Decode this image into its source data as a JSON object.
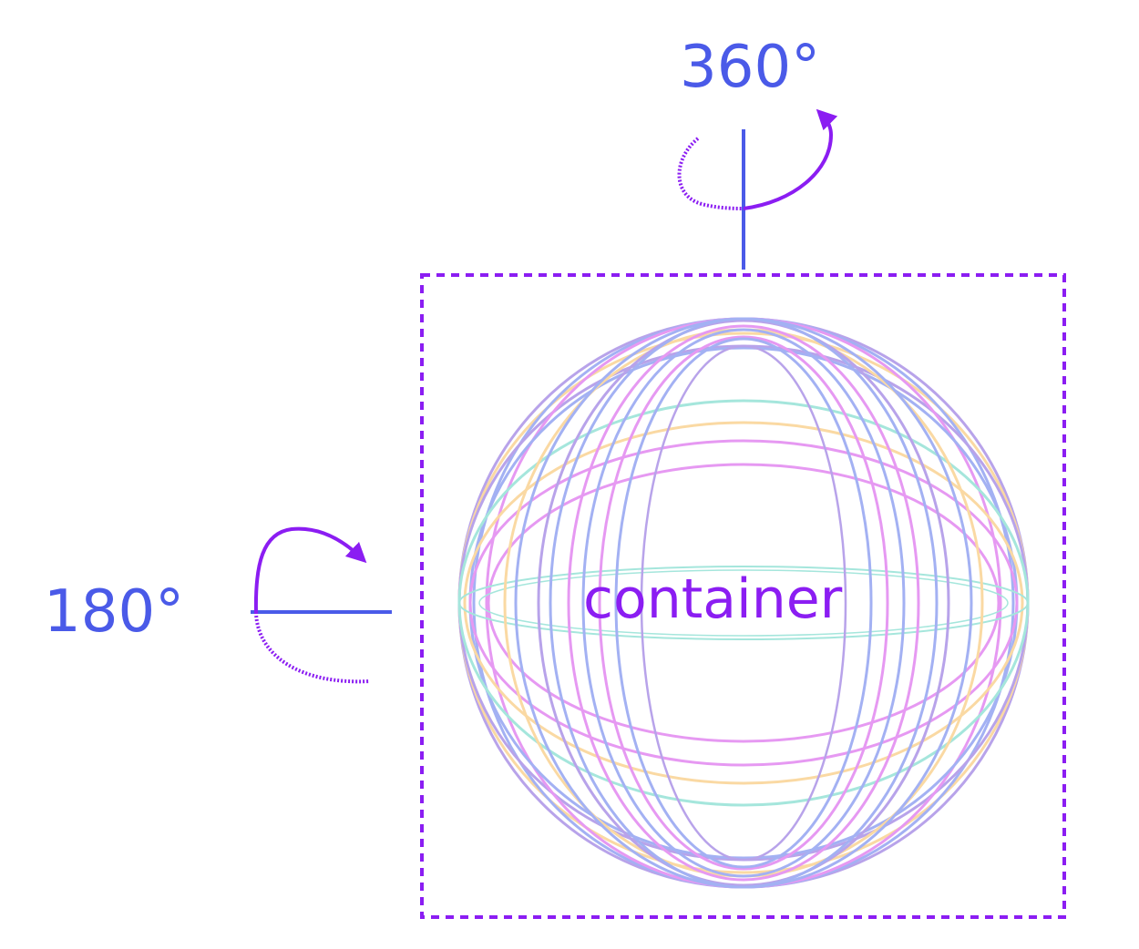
{
  "labels": {
    "vertical_rotation": "360°",
    "horizontal_rotation": "180°",
    "container": "container"
  },
  "colors": {
    "axis": "#4a5ae8",
    "arrow": "#8b1df2",
    "container_border": "#8b1df2",
    "container_label": "#8b1df2",
    "ring_palette": [
      "#b8a3ea",
      "#fad9a3",
      "#a3b1f3",
      "#e699f2",
      "#a5e6dc"
    ]
  },
  "icons": {
    "vertical_arrow": "rotate-around-vertical-axis-arrow-icon",
    "horizontal_arrow": "rotate-around-horizontal-axis-arrow-icon"
  }
}
